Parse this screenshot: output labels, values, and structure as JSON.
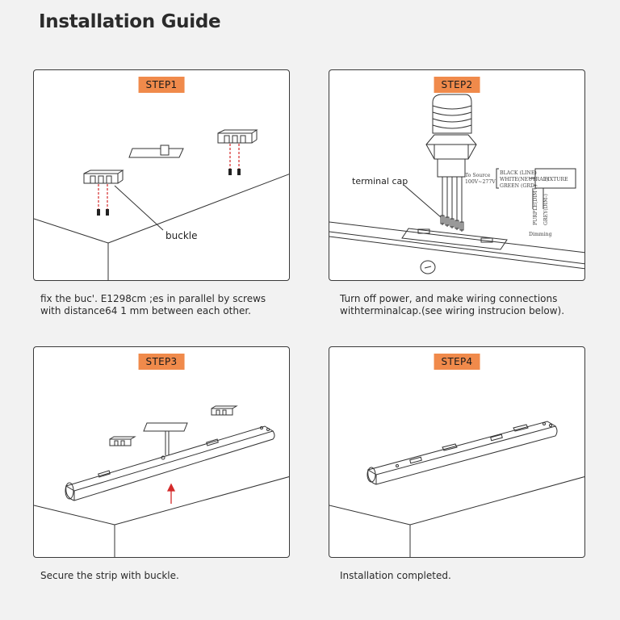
{
  "title": "Installation Guide",
  "steps": [
    {
      "badge": "STEP1",
      "caption_line1": "fix the buc'. E1298cm ;es in parallel by screws",
      "caption_line2": "with distance64 1 mm between each other.",
      "label_buckle": "buckle"
    },
    {
      "badge": "STEP2",
      "caption_line1": "Turn off power, and make wiring connections",
      "caption_line2": "withterminalcap.(see wiring instrucion below).",
      "label_terminal_cap": "terminal cap",
      "wiring": {
        "to_source_line1": "To Source",
        "to_source_line2": "100V~277V",
        "wire_black": "BLACK (LINE)",
        "wire_white": "WHITE(NEUTRAL)",
        "wire_green": "GREEN (GRD)",
        "fixture": "FIXTURE",
        "purple": "PURPLE(DIM+)",
        "grey": "GREY(DIM-)",
        "dimming": "Dimming"
      }
    },
    {
      "badge": "STEP3",
      "caption_line1": "Secure the strip with buckle."
    },
    {
      "badge": "STEP4",
      "caption_line1": "Installation completed."
    }
  ],
  "colors": {
    "badge": "#f08a4b",
    "arrow": "#d42a2a",
    "line": "#333333"
  }
}
